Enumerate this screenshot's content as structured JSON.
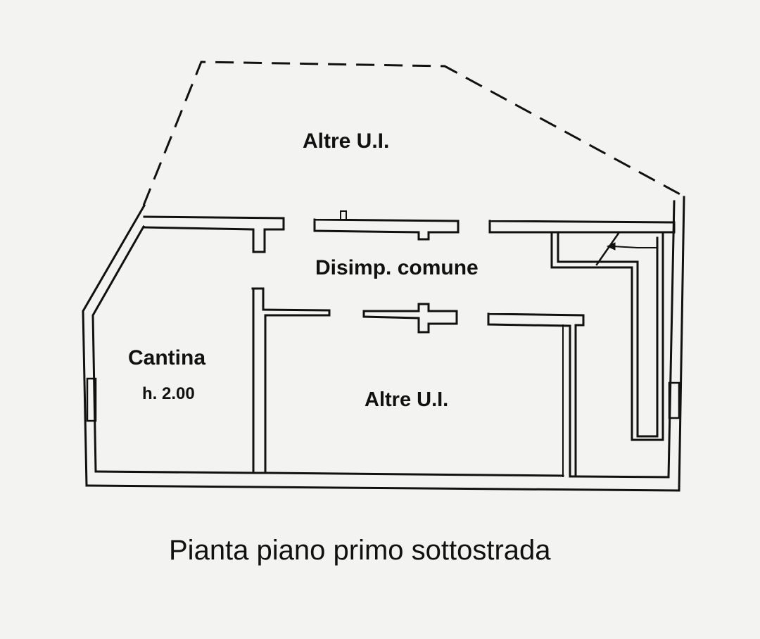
{
  "rooms": {
    "upper_units": "Altre U.I.",
    "common_hall": "Disimp. comune",
    "cellar": "Cantina",
    "cellar_height": "h. 2.00",
    "lower_units": "Altre U.I."
  },
  "caption": "Pianta piano primo sottostrada",
  "colors": {
    "line": "#111111",
    "paper": "#f3f3f1"
  }
}
